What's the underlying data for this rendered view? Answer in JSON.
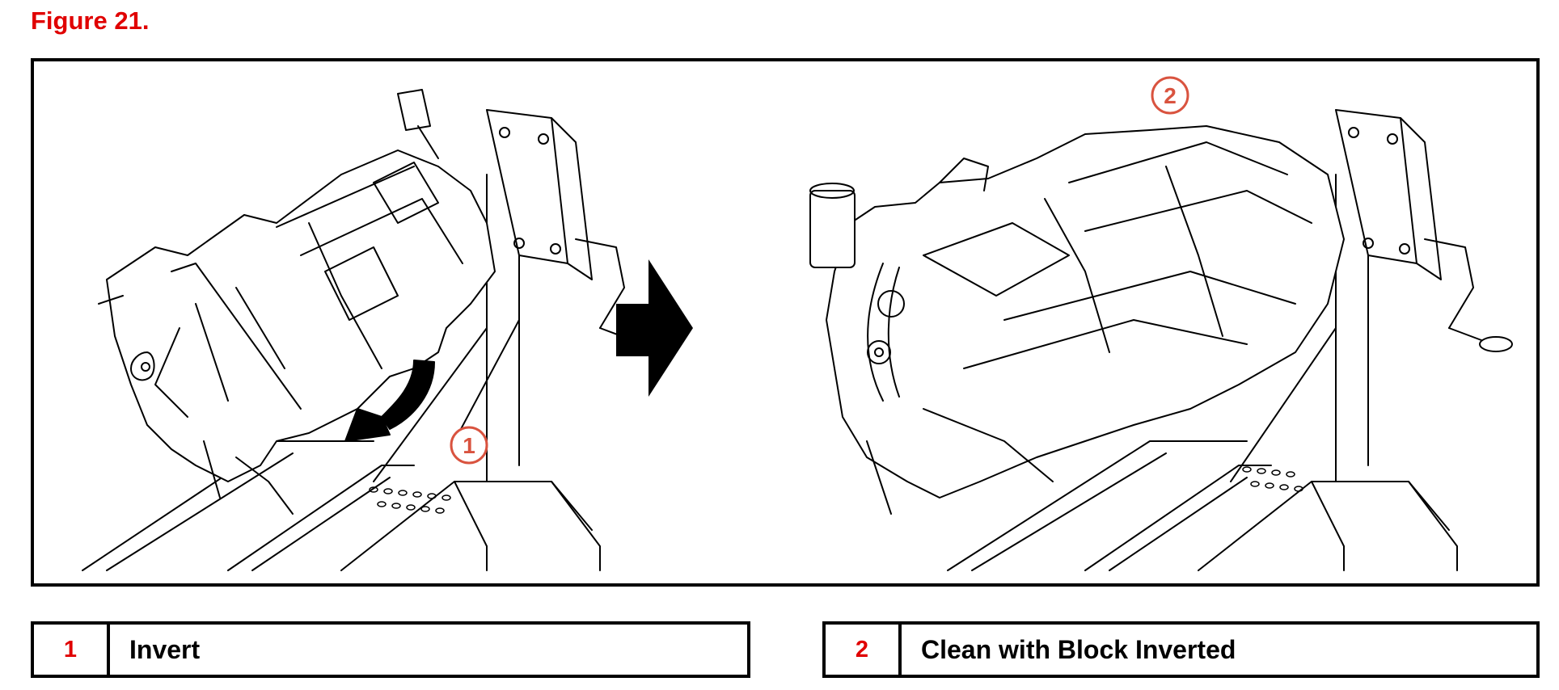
{
  "figure": {
    "title": "Figure 21.",
    "callouts": [
      "1",
      "2"
    ],
    "arrow_icon": "right-arrow-icon",
    "left_image": "engine-on-stand-rotating",
    "right_image": "engine-on-stand-inverted"
  },
  "legend": [
    {
      "number": "1",
      "text": "Invert"
    },
    {
      "number": "2",
      "text": "Clean with Block Inverted"
    }
  ],
  "colors": {
    "title": "#e00000",
    "callout": "#d9533f",
    "border": "#000000"
  }
}
